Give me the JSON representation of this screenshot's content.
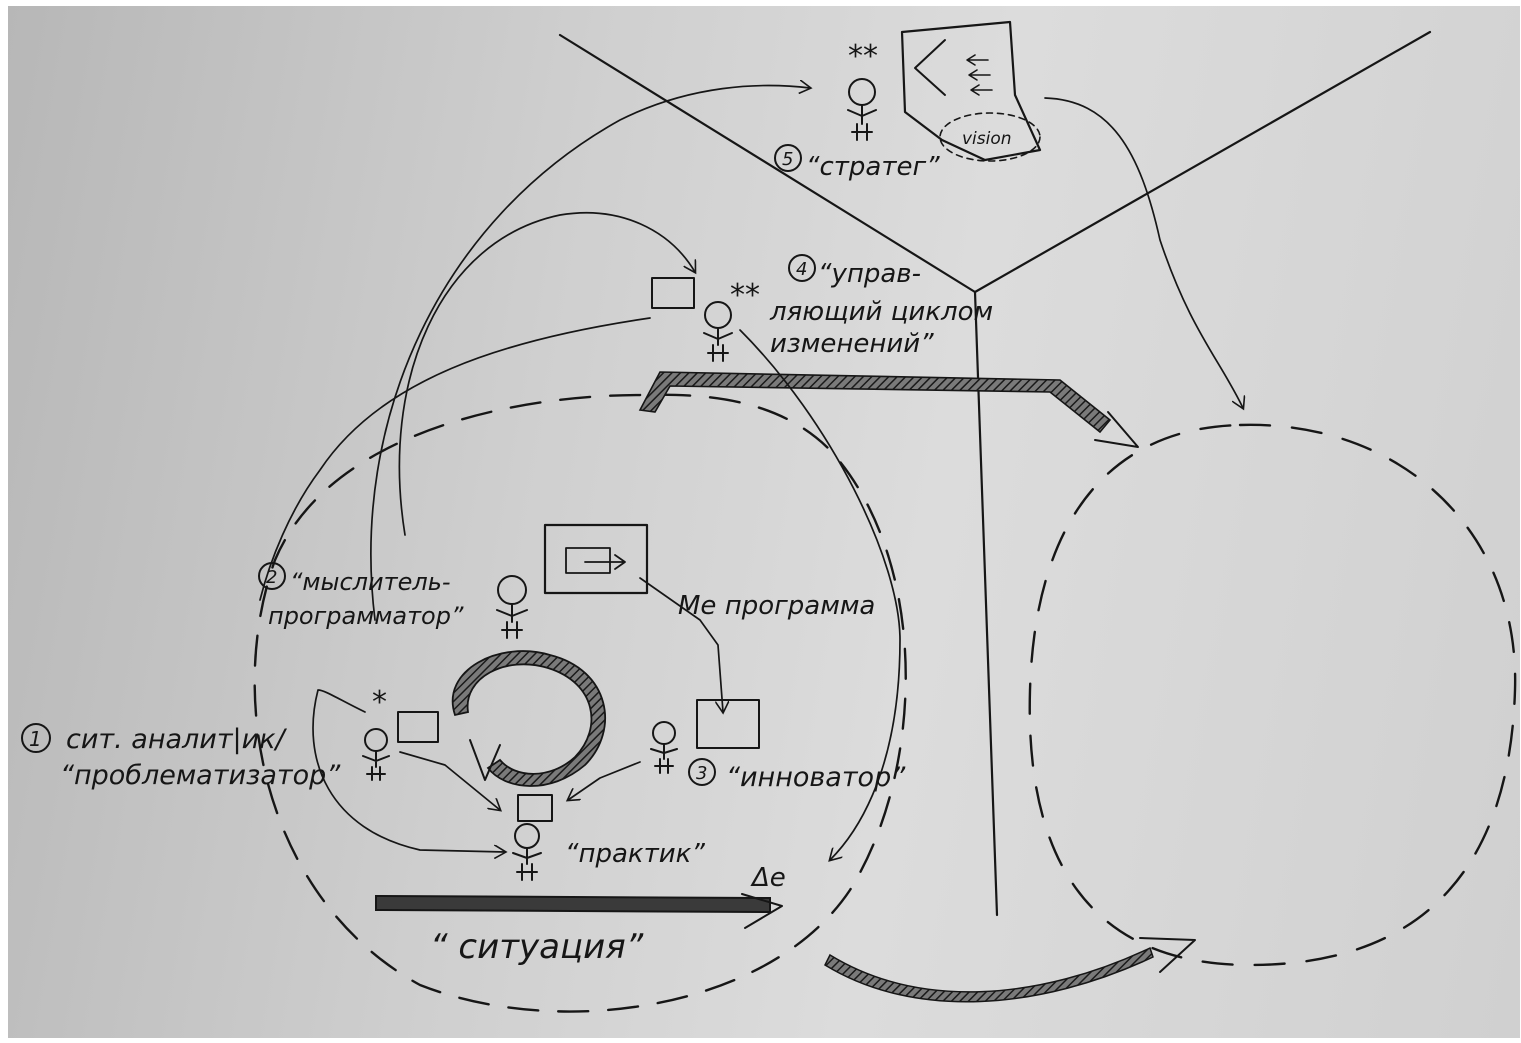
{
  "roles": {
    "strategist": {
      "number": "5",
      "label": "“стратег”",
      "stars": "**"
    },
    "change_manager": {
      "number": "4",
      "label_lines": [
        "“управ-",
        "ляющий циклом",
        "изменений”"
      ],
      "stars": "**"
    },
    "thinker": {
      "number": "2",
      "label_lines": [
        "“мыслитель-",
        "программатор”"
      ]
    },
    "analyst": {
      "number": "1",
      "label_lines": [
        "сит. аналит|ик/",
        "“проблематизатор”"
      ],
      "stars": "*"
    },
    "innovator": {
      "number": "3",
      "label": "“инноватор”"
    },
    "practitioner": {
      "label": "“практик”"
    }
  },
  "labels": {
    "vision": "vision",
    "program": "Ме программа",
    "situation": "“ ситуация”",
    "delta": "Δe"
  },
  "colors": {
    "ink": "#161616",
    "paper": "#d2d2d2"
  }
}
